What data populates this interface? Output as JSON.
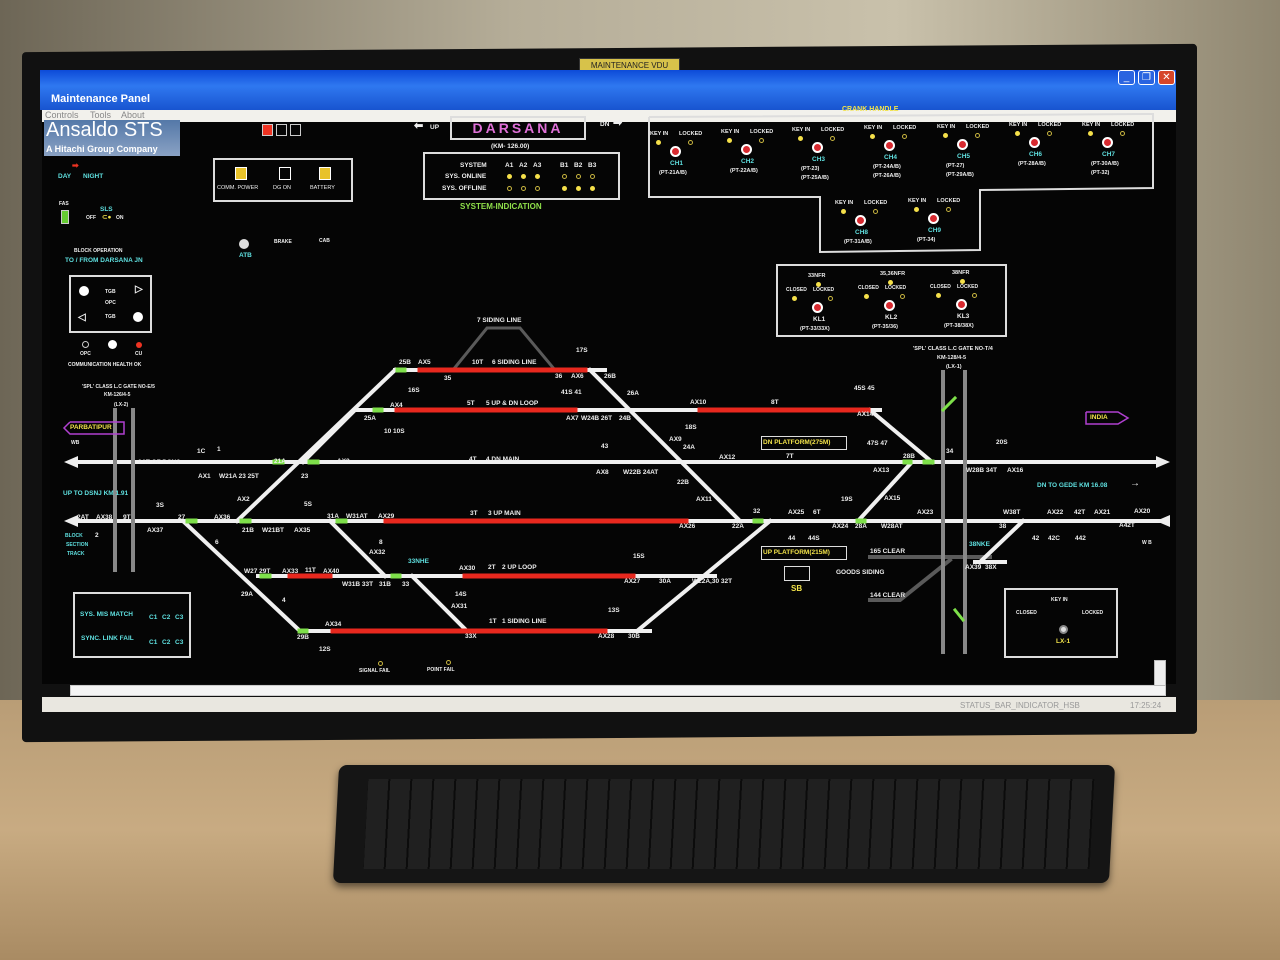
{
  "sticker": "MAINTENANCE VDU",
  "window": {
    "title": "Maintenance Panel",
    "minimize": "_",
    "restore": "❐",
    "close": "✕"
  },
  "menu": [
    "Controls",
    "Tools",
    "About"
  ],
  "logo": {
    "name": "Ansaldo STS",
    "tagline": "A Hitachi Group Company"
  },
  "day_night": {
    "day": "DAY",
    "night": "NIGHT"
  },
  "sls": {
    "fas": "FAS",
    "title": "SLS",
    "off": "OFF",
    "on": "ON"
  },
  "block_op": {
    "title": "BLOCK OPERATION",
    "subtitle": "TO / FROM DARSANA JN",
    "tgb1": "TGB",
    "opc": "OPC",
    "tgb2": "TGB"
  },
  "comm": {
    "opc": "OPC",
    "cu": "CU",
    "health": "COMMUNICATION HEALTH OK"
  },
  "power": {
    "comm": "COMM. POWER",
    "dg": "DG ON",
    "battery": "BATTERY"
  },
  "atb": {
    "atb": "ATB",
    "brake": "BRAKE",
    "cab": "CAB"
  },
  "station": {
    "name": "DARSANA",
    "km": "(KM- 126.00)",
    "up": "UP",
    "dn": "DN"
  },
  "system": {
    "header": "SYSTEM",
    "cols": [
      "A1",
      "A2",
      "A3",
      "B1",
      "B2",
      "B3"
    ],
    "online": "SYS. ONLINE",
    "offline": "SYS. OFFLINE",
    "online_state": [
      1,
      1,
      1,
      0,
      0,
      0
    ],
    "offline_state": [
      0,
      0,
      0,
      1,
      1,
      1
    ],
    "caption": "SYSTEM-INDICATION"
  },
  "crank": {
    "title": "CRANK HANDLE",
    "key_in": "KEY IN",
    "locked": "LOCKED",
    "handles": [
      {
        "id": "CH1",
        "pt": "(PT-21A/B)",
        "pt2": ""
      },
      {
        "id": "CH2",
        "pt": "(PT-22A/B)",
        "pt2": ""
      },
      {
        "id": "CH3",
        "pt": "(PT-23)",
        "pt2": "(PT-25A/B)"
      },
      {
        "id": "CH4",
        "pt": "(PT-24A/B)",
        "pt2": "(PT-26A/B)"
      },
      {
        "id": "CH5",
        "pt": "(PT-27)",
        "pt2": "(PT-29A/B)"
      },
      {
        "id": "CH6",
        "pt": "(PT-28A/B)",
        "pt2": ""
      },
      {
        "id": "CH7",
        "pt": "(PT-30A/B)",
        "pt2": "(PT-32)"
      },
      {
        "id": "CH8",
        "pt": "(PT-31A/B)",
        "pt2": ""
      },
      {
        "id": "CH9",
        "pt": "(PT-34)",
        "pt2": ""
      }
    ]
  },
  "kl": {
    "closed": "CLOSED",
    "locked": "LOCKED",
    "items": [
      {
        "nfr": "33NFR",
        "id": "KL1",
        "pt": "(PT-33/33X)"
      },
      {
        "nfr": "35,36NFR",
        "id": "KL2",
        "pt": "(PT-35/36)"
      },
      {
        "nfr": "38NFR",
        "id": "KL3",
        "pt": "(PT-38/38X)"
      }
    ]
  },
  "lc_left": {
    "l1": "'SPL' CLASS L.C GATE NO-E/5",
    "l2": "KM-126/4-5",
    "l3": "(LX-2)"
  },
  "lc_right": {
    "l1": "'SPL' CLASS L.C GATE NO-T/4",
    "l2": "KM-128/4-5",
    "l3": "(LX-1)"
  },
  "directions": {
    "parbatipur": "PARBATIPUR",
    "india": "INDIA",
    "wb_left": "WB",
    "wb_right": "W B",
    "up_dsnj": "UP TO DSNJ KM 1.91",
    "dn_gede": "DN TO GEDE KM 16.08",
    "block_section": [
      "BLOCK",
      "SECTION",
      "TRACK"
    ]
  },
  "platforms": {
    "dn": "DN PLATFORM(275M)",
    "up": "UP PLATFORM(215M)",
    "sb": "SB"
  },
  "sync": {
    "mismatch": "SYS. MIS MATCH",
    "linkfail": "SYNC. LINK FAIL",
    "cols": [
      "C1",
      "C2",
      "C3"
    ]
  },
  "lx1": {
    "key_in": "KEY IN",
    "closed": "CLOSED",
    "locked": "LOCKED",
    "id": "LX-1"
  },
  "fails": {
    "signal": "SIGNAL FAIL",
    "point": "POINT FAIL"
  },
  "track_labels": [
    "7 SIDING LINE",
    "25B",
    "AX5",
    "10T",
    "6 SIDING LINE",
    "17S",
    "35",
    "36",
    "AX6",
    "26B",
    "16S",
    "AX4",
    "5T",
    "5 UP & DN LOOP",
    "41S 41",
    "AX7",
    "W24B 26T",
    "24B",
    "26A",
    "AX10",
    "8T",
    "18S",
    "25A",
    "10 10S",
    "AX9",
    "24A",
    "4T",
    "4 DN MAIN",
    "43",
    "AX8",
    "W22B 24AT",
    "22B",
    "AX12",
    "7T",
    "AX13",
    "47S 47",
    "28B",
    "34",
    "20S",
    "W28B 34T",
    "AX16",
    "1C",
    "1",
    "2AT OF DSNJ",
    "AX1",
    "W21A 23 25T",
    "21A",
    "23",
    "AX3",
    "AX2",
    "3S",
    "5S",
    "AX11",
    "AX14",
    "45S 45",
    "AX15",
    "19S",
    "2AT",
    "AX38",
    "9T",
    "27",
    "AX36",
    "31A",
    "W31AT",
    "AX29",
    "3T",
    "3 UP MAIN",
    "32",
    "AX25",
    "6T",
    "AX24",
    "28A",
    "W28AT",
    "AX23",
    "W38T",
    "AX22",
    "42T",
    "AX21",
    "AX20",
    "A42T",
    "2",
    "AX37",
    "21B",
    "W21BT",
    "AX35",
    "6",
    "8",
    "AX26",
    "22A",
    "44",
    "44S",
    "38",
    "42",
    "42C",
    "442",
    "AX32",
    "33NHE",
    "15S",
    "38NKE",
    "165 CLEAR",
    "GOODS SIDING",
    "144 CLEAR",
    "AX39",
    "38X",
    "W27 29T",
    "AX33",
    "11T",
    "AX40",
    "AX30",
    "2T",
    "2 UP LOOP",
    "29A",
    "4",
    "W31B 33T",
    "31B",
    "33",
    "14S",
    "AX31",
    "AX27",
    "30A",
    "W22A,30 32T",
    "AX34",
    "1T",
    "1 SIDING LINE",
    "13S",
    "29B",
    "12S",
    "33X",
    "AX28",
    "30B"
  ],
  "status": {
    "indicator": "STATUS_BAR_INDICATOR_HSB",
    "time": "17:25:24"
  },
  "colors": {
    "track": "#f0f0f0",
    "occupied": "#e8281e",
    "siding": "#5a5a5a",
    "accent_green": "#7ee04a"
  }
}
